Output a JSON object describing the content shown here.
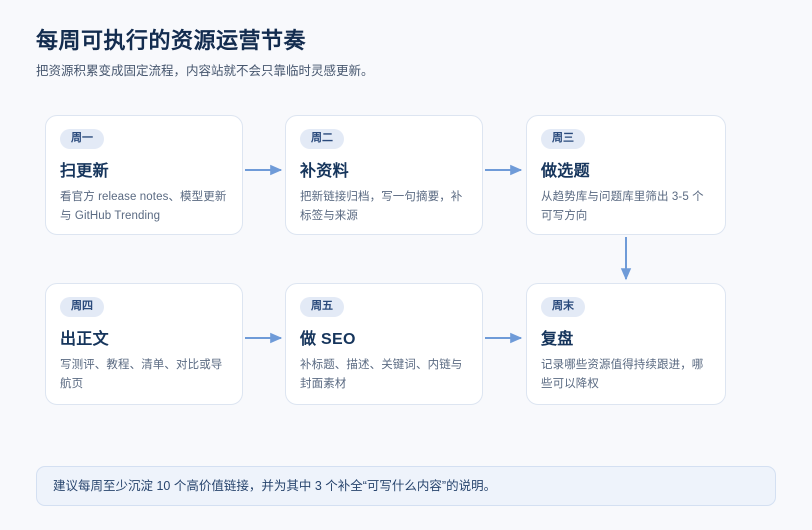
{
  "header": {
    "title": "每周可执行的资源运营节奏",
    "subtitle": "把资源积累变成固定流程，内容站就不会只靠临时灵感更新。"
  },
  "colors": {
    "background": "#f8f9fc",
    "card_bg": "#ffffff",
    "card_border": "#dde5f1",
    "badge_bg": "#e3eaf6",
    "badge_text": "#2a4a7c",
    "title_text": "#132c4f",
    "body_text": "#5a6a82",
    "arrow": "#6f9bd8",
    "footer_bg": "#eef3fb",
    "footer_border": "#d4e0f2"
  },
  "cards": [
    {
      "badge": "周一",
      "title": "扫更新",
      "desc": "看官方 release notes、模型更新与 GitHub Trending"
    },
    {
      "badge": "周二",
      "title": "补资料",
      "desc": "把新链接归档，写一句摘要，补标签与来源"
    },
    {
      "badge": "周三",
      "title": "做选题",
      "desc": "从趋势库与问题库里筛出 3-5 个可写方向"
    },
    {
      "badge": "周四",
      "title": "出正文",
      "desc": "写测评、教程、清单、对比或导航页"
    },
    {
      "badge": "周五",
      "title": "做 SEO",
      "desc": "补标题、描述、关键词、内链与封面素材"
    },
    {
      "badge": "周末",
      "title": "复盘",
      "desc": "记录哪些资源值得持续跟进，哪些可以降权"
    }
  ],
  "connectors": [
    {
      "name": "arrow-mon-to-tue",
      "direction": "right"
    },
    {
      "name": "arrow-tue-to-wed",
      "direction": "right"
    },
    {
      "name": "arrow-wed-to-weekend",
      "direction": "down"
    },
    {
      "name": "arrow-thu-to-fri",
      "direction": "right"
    },
    {
      "name": "arrow-fri-to-weekend",
      "direction": "right"
    }
  ],
  "footer": {
    "note": "建议每周至少沉淀 10 个高价值链接，并为其中 3 个补全“可写什么内容”的说明。"
  }
}
